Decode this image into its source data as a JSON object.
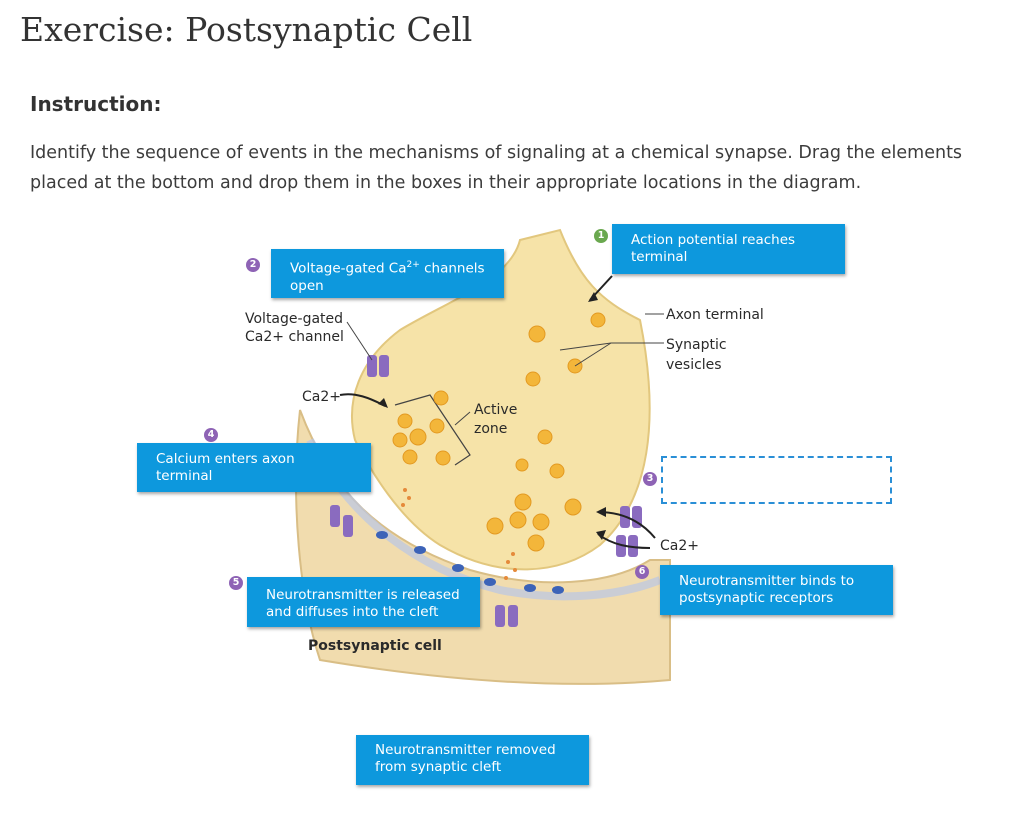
{
  "page": {
    "title": "Exercise: Postsynaptic Cell",
    "instruction_heading": "Instruction:",
    "instruction_text": "Identify the sequence of events in the mechanisms of signaling at a chemical synapse. Drag the elements placed at the bottom and drop them in the boxes in their appropriate locations in the diagram."
  },
  "diagram_labels": {
    "vg_channel_line1": "Voltage-gated",
    "vg_channel_line2": "Ca2+ channel",
    "ca_left": "Ca2+",
    "active_zone_line1": "Active",
    "active_zone_line2": "zone",
    "axon_terminal": "Axon terminal",
    "synaptic_vesicles_line1": "Synaptic",
    "synaptic_vesicles_line2": "vesicles",
    "ca_right": "Ca2+",
    "postsynaptic_cell": "Postsynaptic cell"
  },
  "steps": [
    {
      "number": "1",
      "color": "#6aa84f",
      "label_line1": "Action potential reaches",
      "label_line2": "terminal"
    },
    {
      "number": "2",
      "color": "#8e63b5",
      "label_line1": "Voltage-gated Ca",
      "label_sup": "2+",
      "label_line1_end": " channels",
      "label_line2": "open"
    },
    {
      "number": "3",
      "color": "#8e63b5",
      "label_line1": "",
      "label_line2": ""
    },
    {
      "number": "4",
      "color": "#8e63b5",
      "label_line1": "Calcium enters axon",
      "label_line2": "terminal"
    },
    {
      "number": "5",
      "color": "#8e63b5",
      "label_line1": "Neurotransmitter is released",
      "label_line2": "and diffuses into the cleft"
    },
    {
      "number": "6",
      "color": "#8e63b5",
      "label_line1": "Neurotransmitter binds to",
      "label_line2": "postsynaptic receptors"
    }
  ],
  "draggable": {
    "label_line1": "Neurotransmitter removed",
    "label_line2": "from synaptic cleft"
  },
  "colors": {
    "box_blue": "#0d98dd",
    "drop_border": "#2a8fd6",
    "terminal_fill": "#f6e3a8",
    "vesicle": "#f3b63a",
    "channel": "#8a6bbf"
  }
}
